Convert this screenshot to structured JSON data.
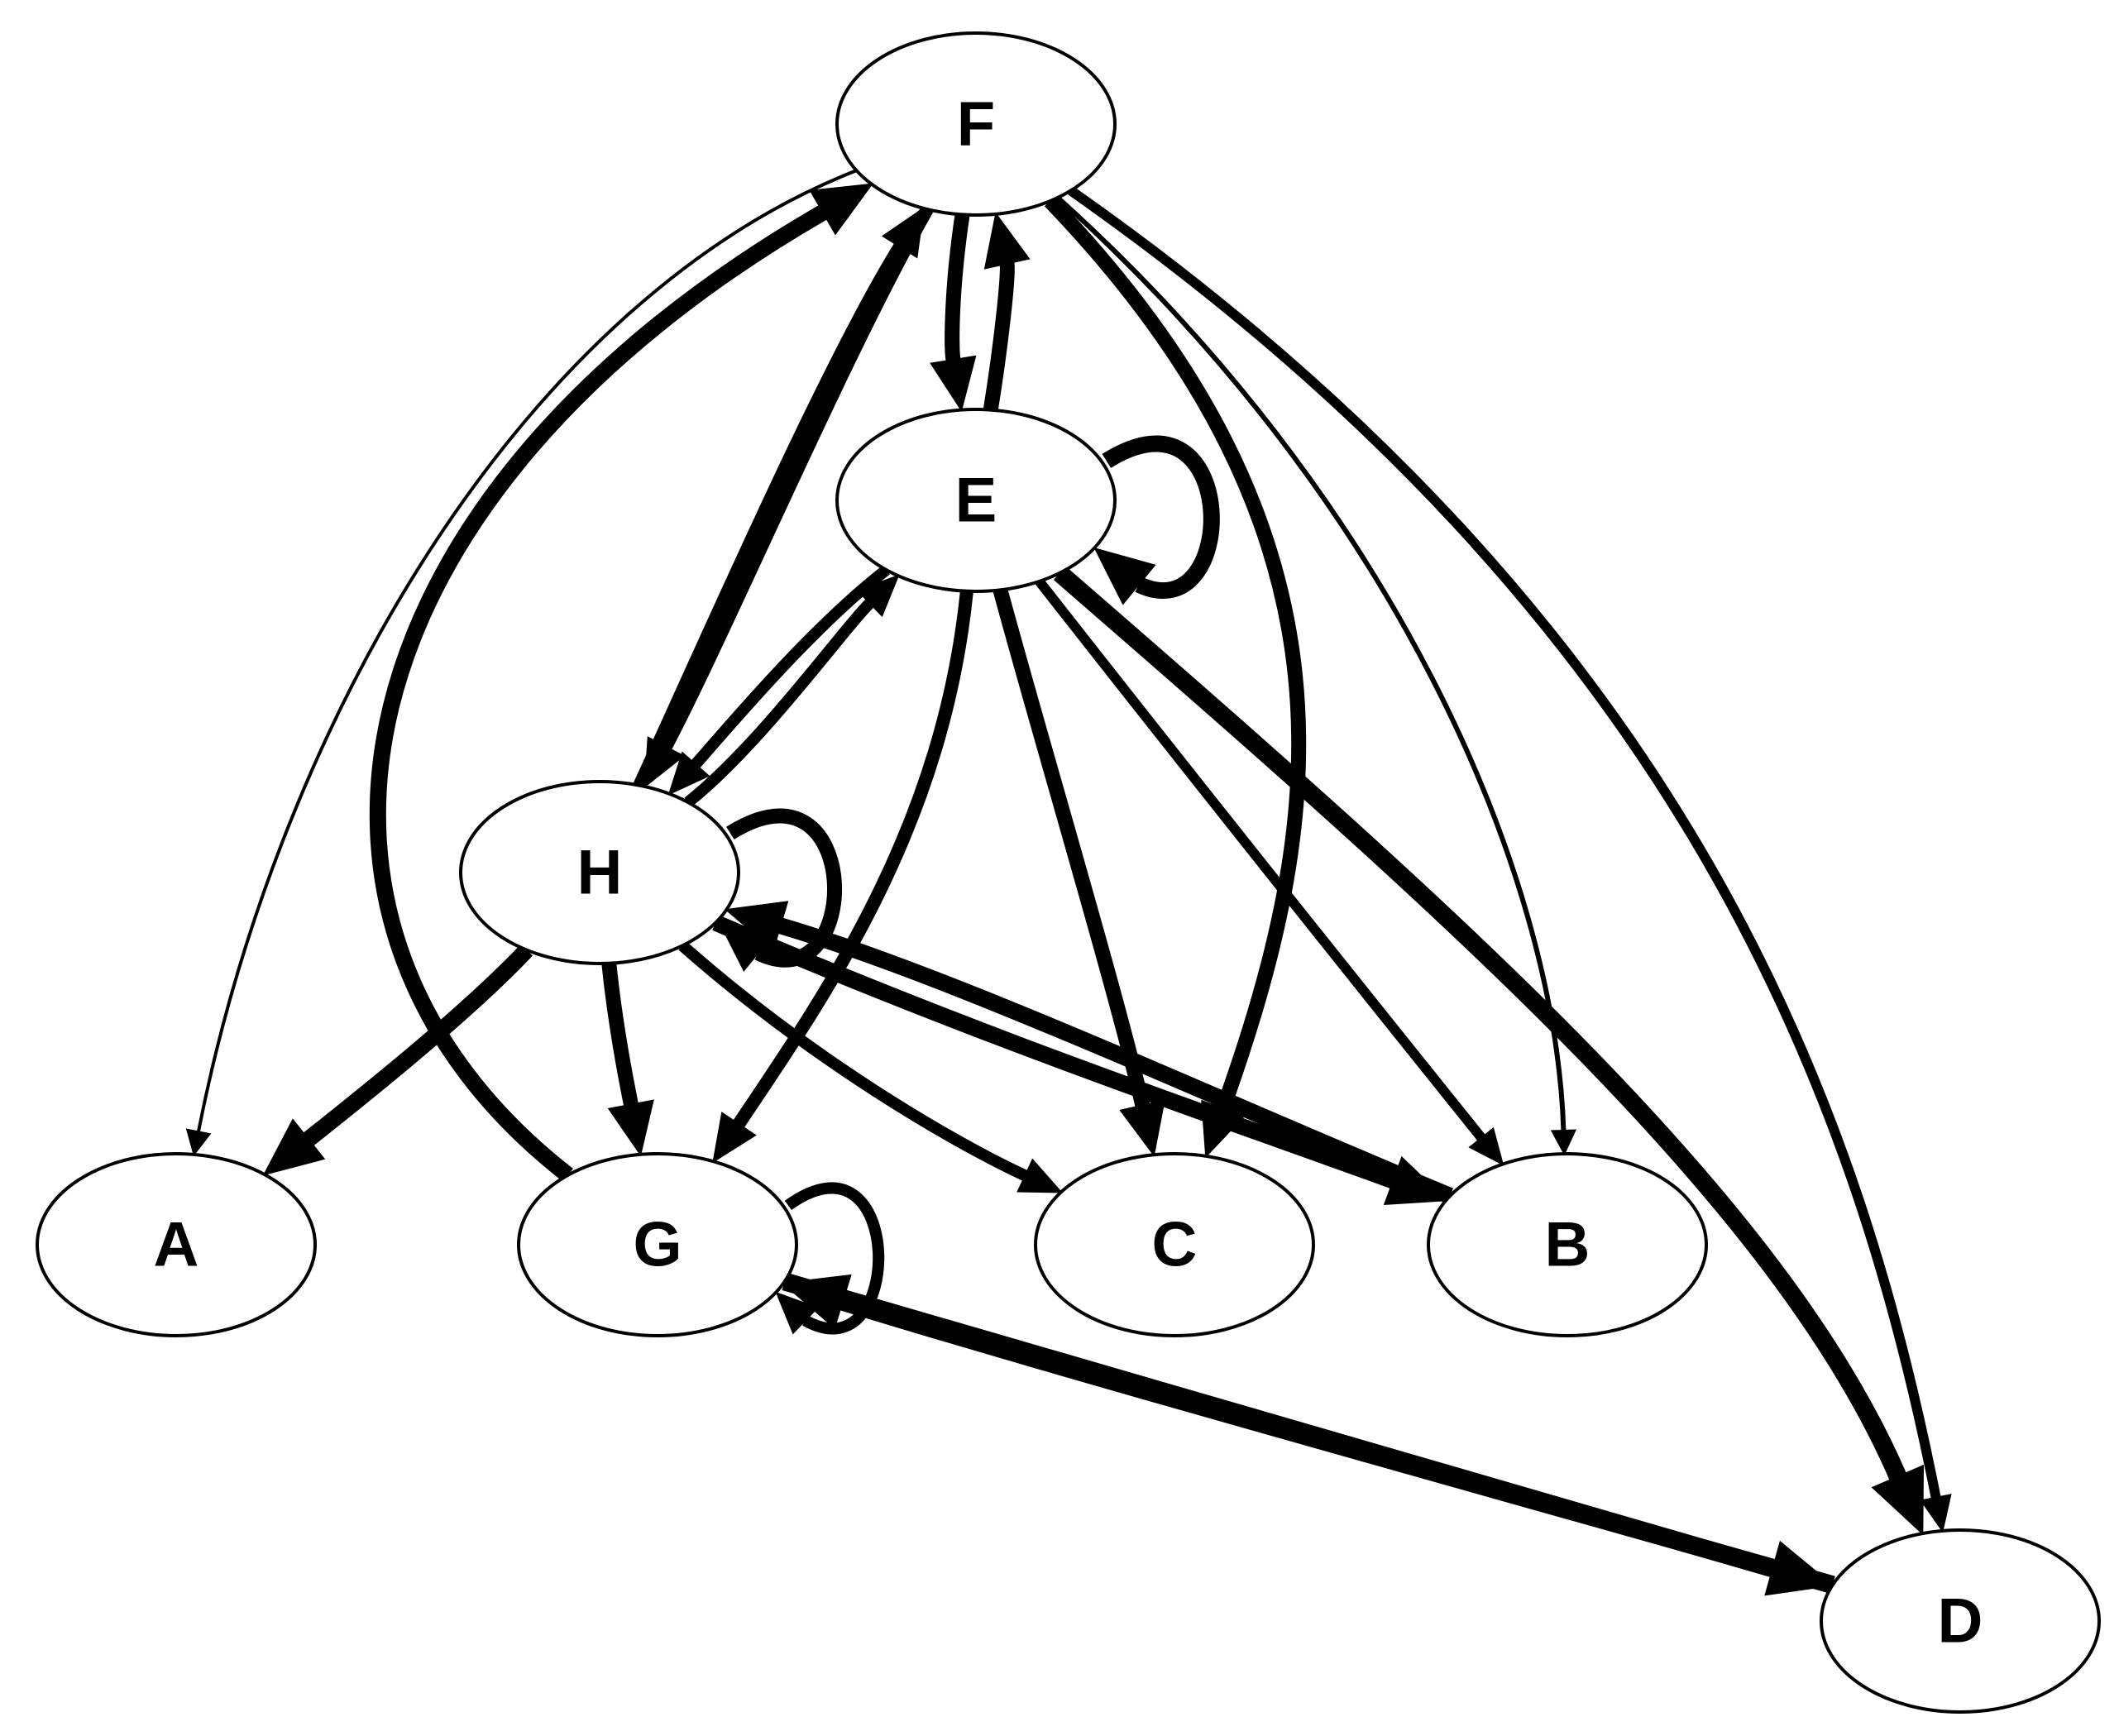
{
  "graph": {
    "directed": true,
    "stroke_color": "#000000",
    "node_fill": "#ffffff",
    "nodes": [
      {
        "id": "F",
        "label": "F"
      },
      {
        "id": "E",
        "label": "E"
      },
      {
        "id": "H",
        "label": "H"
      },
      {
        "id": "A",
        "label": "A"
      },
      {
        "id": "G",
        "label": "G"
      },
      {
        "id": "C",
        "label": "C"
      },
      {
        "id": "B",
        "label": "B"
      },
      {
        "id": "D",
        "label": "D"
      }
    ],
    "edges": [
      {
        "from": "F",
        "to": "A"
      },
      {
        "from": "F",
        "to": "E"
      },
      {
        "from": "E",
        "to": "F"
      },
      {
        "from": "F",
        "to": "H"
      },
      {
        "from": "H",
        "to": "F"
      },
      {
        "from": "G",
        "to": "F"
      },
      {
        "from": "F",
        "to": "C"
      },
      {
        "from": "F",
        "to": "B"
      },
      {
        "from": "F",
        "to": "D"
      },
      {
        "from": "E",
        "to": "E"
      },
      {
        "from": "E",
        "to": "H"
      },
      {
        "from": "H",
        "to": "E"
      },
      {
        "from": "E",
        "to": "G"
      },
      {
        "from": "E",
        "to": "C"
      },
      {
        "from": "E",
        "to": "B"
      },
      {
        "from": "E",
        "to": "D"
      },
      {
        "from": "H",
        "to": "H"
      },
      {
        "from": "H",
        "to": "A"
      },
      {
        "from": "H",
        "to": "G"
      },
      {
        "from": "H",
        "to": "C"
      },
      {
        "from": "H",
        "to": "B"
      },
      {
        "from": "B",
        "to": "H"
      },
      {
        "from": "G",
        "to": "G"
      },
      {
        "from": "G",
        "to": "D"
      },
      {
        "from": "D",
        "to": "G"
      }
    ]
  }
}
